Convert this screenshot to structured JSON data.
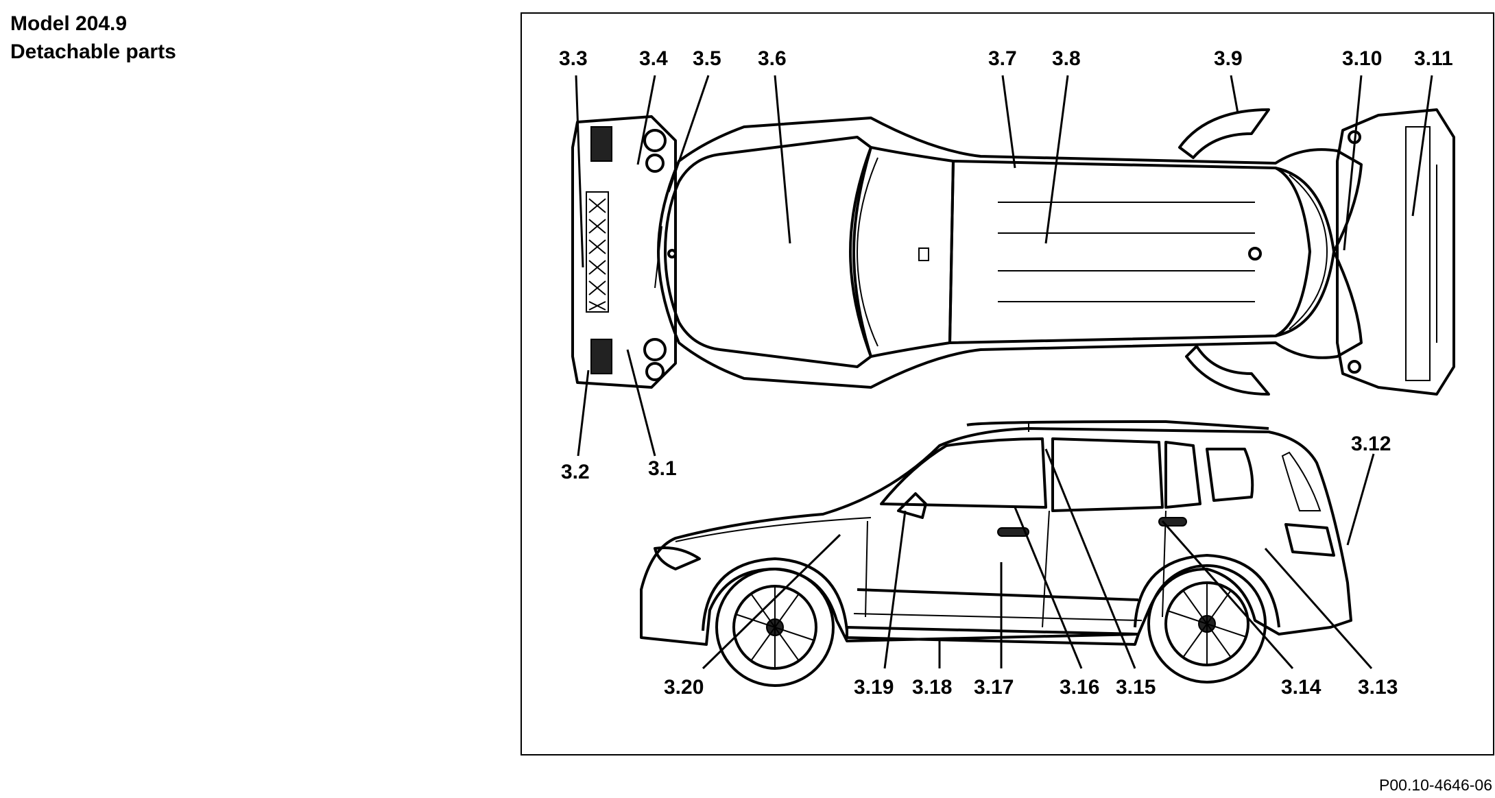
{
  "header": {
    "model": "Model 204.9",
    "subtitle": "Detachable parts"
  },
  "figure": {
    "reference": "P00.10-4646-06",
    "labels": {
      "l3_1": "3.1",
      "l3_2": "3.2",
      "l3_3": "3.3",
      "l3_4": "3.4",
      "l3_5": "3.5",
      "l3_6": "3.6",
      "l3_7": "3.7",
      "l3_8": "3.8",
      "l3_9": "3.9",
      "l3_10": "3.10",
      "l3_11": "3.11",
      "l3_12": "3.12",
      "l3_13": "3.13",
      "l3_14": "3.14",
      "l3_15": "3.15",
      "l3_16": "3.16",
      "l3_17": "3.17",
      "l3_18": "3.18",
      "l3_19": "3.19",
      "l3_20": "3.20"
    }
  }
}
